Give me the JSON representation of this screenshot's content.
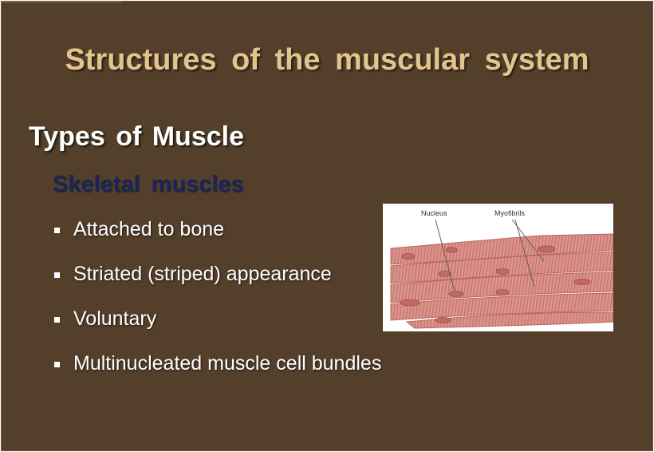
{
  "slide": {
    "title": "Structures  of the  muscular  system",
    "heading": "Types  of Muscle",
    "subheading": "Skeletal  muscles",
    "bullets": [
      "Attached to bone",
      "Striated (striped) appearance",
      "Voluntary",
      "Multinucleated muscle cell bundles"
    ]
  },
  "figure": {
    "labels": {
      "nucleus": "Nucleus",
      "myofibrils": "Myofibrils"
    }
  },
  "colors": {
    "background": "#533f2a",
    "title": "#e3c48e",
    "heading": "#ffffff",
    "subheading": "#18245a",
    "muscle": "#d98c85"
  }
}
